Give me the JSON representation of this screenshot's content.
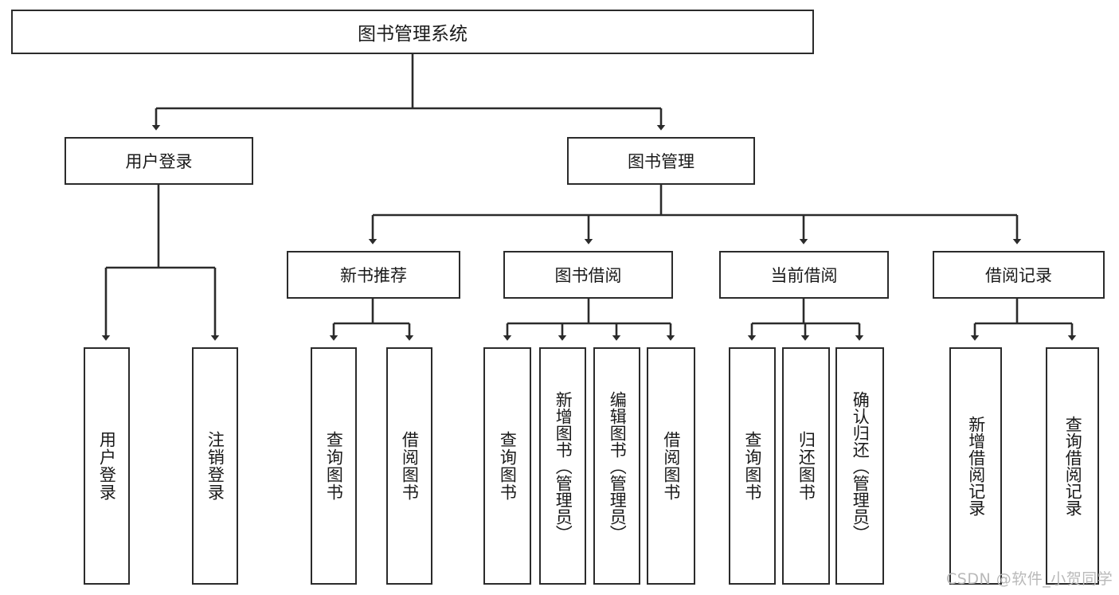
{
  "diagram": {
    "title": "图书管理系统",
    "type": "functional-structure-tree",
    "root": {
      "label": "图书管理系统"
    },
    "level2": [
      {
        "label": "用户登录"
      },
      {
        "label": "图书管理"
      }
    ],
    "level3": [
      {
        "label": "新书推荐"
      },
      {
        "label": "图书借阅"
      },
      {
        "label": "当前借阅"
      },
      {
        "label": "借阅记录"
      }
    ],
    "leaves": {
      "user_login": [
        {
          "label": "用户登录"
        },
        {
          "label": "注销登录"
        }
      ],
      "new_book_recommend": [
        {
          "label": "查询图书"
        },
        {
          "label": "借阅图书"
        }
      ],
      "book_borrow": [
        {
          "label": "查询图书"
        },
        {
          "label": "新增图书（管理员）"
        },
        {
          "label": "编辑图书（管理员）"
        },
        {
          "label": "借阅图书"
        }
      ],
      "current_borrow": [
        {
          "label": "查询图书"
        },
        {
          "label": "归还图书"
        },
        {
          "label": "确认归还（管理员）"
        }
      ],
      "borrow_record": [
        {
          "label": "新增借阅记录"
        },
        {
          "label": "查询借阅记录"
        }
      ]
    }
  },
  "watermark": {
    "text": "CSDN @软件_小贺同学"
  },
  "colors": {
    "border": "#2b2b2b",
    "background": "#ffffff",
    "text": "#1a1a1a",
    "watermark": "#b9b9b9"
  }
}
